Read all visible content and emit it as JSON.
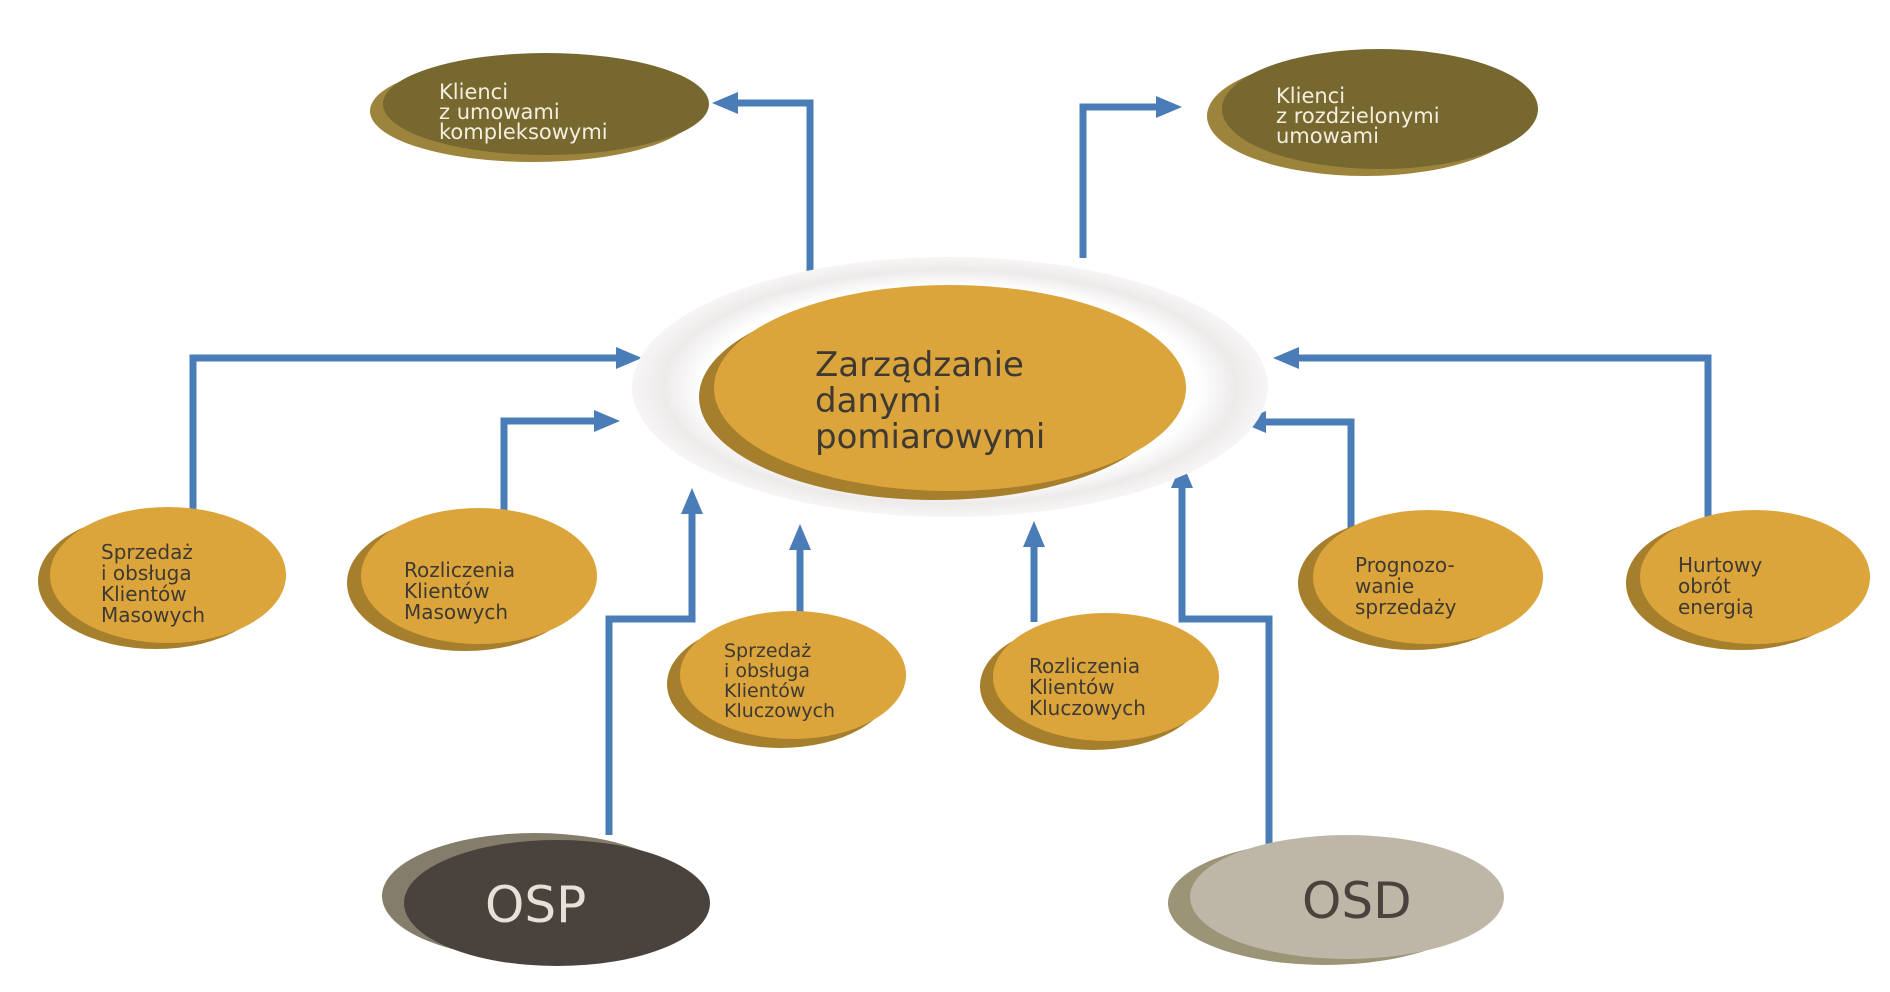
{
  "colors": {
    "gold": "#DCA53B",
    "gold_shadow": "#A67F2D",
    "olive": "#776830",
    "olive_shadow": "#9C843D",
    "arrow": "#4A7DB8",
    "text_dark": "#3E3A33",
    "text_light": "#F4EEDF",
    "osp_fill": "#4A423D",
    "osp_shadow": "#857D6B",
    "osd_fill": "#BEB7A7",
    "osd_shadow": "#9B9477"
  },
  "center": {
    "lines": [
      "Zarządzanie",
      "danymi",
      "pomiarowymi"
    ]
  },
  "top_nodes": {
    "left": {
      "lines": [
        "Klienci",
        "z umowami",
        "kompleksowymi"
      ]
    },
    "right": {
      "lines": [
        "Klienci",
        "z rozdzielonymi",
        "umowami"
      ]
    }
  },
  "side_nodes": {
    "mass_sales": {
      "lines": [
        "Sprzedaż",
        "i obsługa",
        "Klientów",
        "Masowych"
      ]
    },
    "mass_billing": {
      "lines": [
        "Rozliczenia",
        "Klientów",
        "Masowych"
      ]
    },
    "key_sales": {
      "lines": [
        "Sprzedaż",
        "i obsługa",
        "Klientów",
        "Kluczowych"
      ]
    },
    "key_billing": {
      "lines": [
        "Rozliczenia",
        "Klientów",
        "Kluczowych"
      ]
    },
    "forecasting": {
      "lines": [
        "Prognozo-",
        "wanie",
        "sprzedaży"
      ]
    },
    "wholesale": {
      "lines": [
        "Hurtowy",
        "obrót",
        "energią"
      ]
    }
  },
  "operators": {
    "osp": {
      "label": "OSP"
    },
    "osd": {
      "label": "OSD"
    }
  }
}
